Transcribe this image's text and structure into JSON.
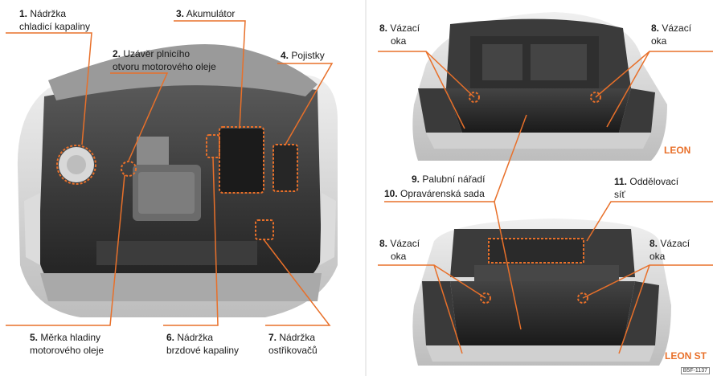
{
  "labels": {
    "l1": {
      "num": "1.",
      "line1": "Nádržka",
      "line2": "chladicí kapaliny"
    },
    "l2": {
      "num": "2.",
      "line1": "Uzávěr plnicího",
      "line2": "otvoru motorového oleje"
    },
    "l3": {
      "num": "3.",
      "line1": "Akumulátor"
    },
    "l4": {
      "num": "4.",
      "line1": "Pojistky"
    },
    "l5": {
      "num": "5.",
      "line1": "Měrka hladiny",
      "line2": "motorového oleje"
    },
    "l6": {
      "num": "6.",
      "line1": "Nádržka",
      "line2": "brzdové kapaliny"
    },
    "l7": {
      "num": "7.",
      "line1": "Nádržka",
      "line2": "ostřikovačů"
    },
    "l8a": {
      "num": "8.",
      "line1": "Vázací",
      "line2": "oka"
    },
    "l8b": {
      "num": "8.",
      "line1": "Vázací",
      "line2": "oka"
    },
    "l8c": {
      "num": "8.",
      "line1": "Vázací",
      "line2": "oka"
    },
    "l8d": {
      "num": "8.",
      "line1": "Vázací",
      "line2": "oka"
    },
    "l9": {
      "num": "9.",
      "line1": "Palubní nářadí"
    },
    "l10": {
      "num": "10.",
      "line1": "Opravárenská sada"
    },
    "l11": {
      "num": "11.",
      "line1": "Oddělovací",
      "line2": "síť"
    }
  },
  "brands": {
    "leon": "LEON",
    "leon_st": "LEON ST"
  },
  "figure_code": "B5F-1137",
  "colors": {
    "accent": "#e8702a",
    "photo_dark": "#2b2b2b",
    "photo_mid": "#6e6e6e",
    "photo_light": "#c9c9c9"
  }
}
